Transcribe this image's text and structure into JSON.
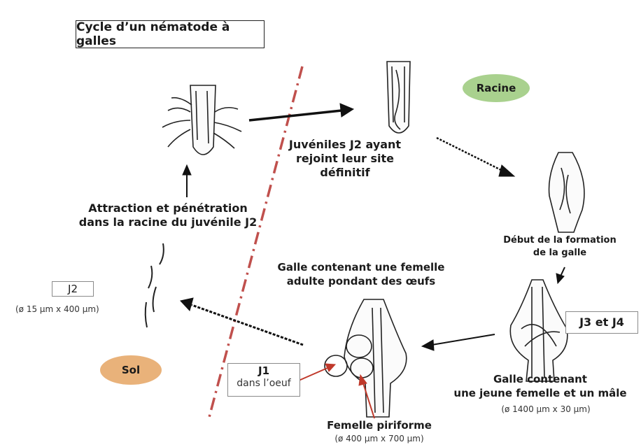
{
  "title": "Cycle d’un nématode à galles",
  "zones": {
    "root": "Racine",
    "soil": "Sol"
  },
  "stages": {
    "j2_label": "J2",
    "j2_size": "(ø 15 µm x 400 µm)",
    "attraction": [
      "Attraction et pénétration",
      "dans la racine du juvénile J2"
    ],
    "juveniles": [
      "Juvéniles J2 ayant",
      "rejoint leur site",
      "définitif"
    ],
    "debut": [
      "Début de la formation",
      "de la galle"
    ],
    "j3j4": "J3 et J4",
    "galle_jeune": [
      "Galle contenant",
      "une jeune femelle et un mâle"
    ],
    "galle_jeune_size": "(ø 1400 µm x 30 µm)",
    "galle_adulte": [
      "Galle contenant une femelle",
      "adulte pondant des œufs"
    ],
    "femelle": "Femelle piriforme",
    "femelle_size": "(ø 400 µm x 700 µm)",
    "j1_label": "J1",
    "j1_sub": "dans l’oeuf"
  },
  "colors": {
    "root_pill": "#a9d18e",
    "soil_pill": "#e9b27a",
    "divider": "#c0504d",
    "pointer": "#c0392b"
  },
  "icons": [
    "root-tip-icon",
    "root-j2-icon",
    "gall-early-icon",
    "gall-j3j4-icon",
    "gall-adult-icon",
    "j2-worm-icon"
  ]
}
